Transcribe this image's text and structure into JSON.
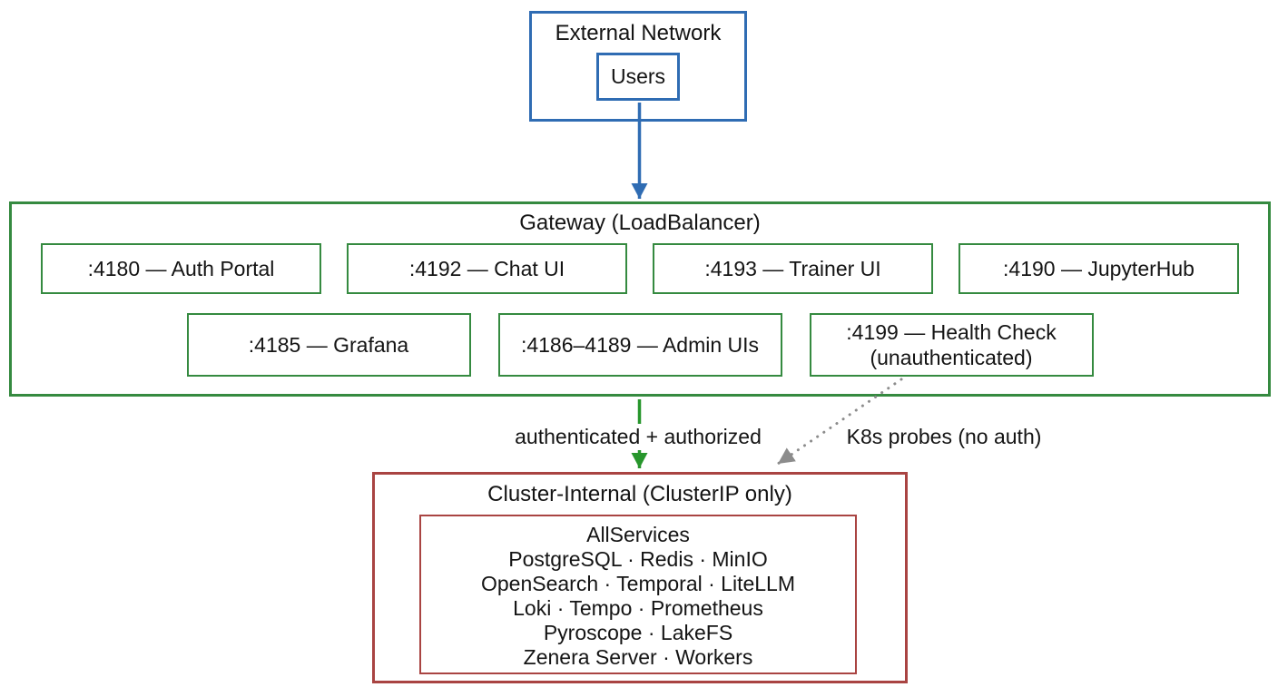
{
  "colors": {
    "blue": "#2f6cb3",
    "green": "#358a40",
    "green_arrow": "#27962c",
    "red": "#a94442",
    "gray": "#8c8c8c",
    "text": "#141414"
  },
  "external": {
    "title": "External Network",
    "users_label": "Users"
  },
  "gateway": {
    "title": "Gateway (LoadBalancer)",
    "ports_row1": [
      ":4180 — Auth Portal",
      ":4192 — Chat UI",
      ":4193 — Trainer UI",
      ":4190 — JupyterHub"
    ],
    "ports_row2": [
      ":4185 — Grafana",
      ":4186–4189 — Admin UIs",
      ":4199 — Health Check (unauthenticated)"
    ]
  },
  "edges": {
    "authenticated_label": "authenticated + authorized",
    "probes_label": "K8s probes (no auth)"
  },
  "cluster": {
    "title": "Cluster-Internal (ClusterIP only)",
    "group_title": "AllServices",
    "service_lines": [
      "PostgreSQL · Redis · MinIO",
      "OpenSearch · Temporal · LiteLLM",
      "Loki · Tempo · Prometheus",
      "Pyroscope · LakeFS",
      "Zenera Server · Workers"
    ]
  }
}
